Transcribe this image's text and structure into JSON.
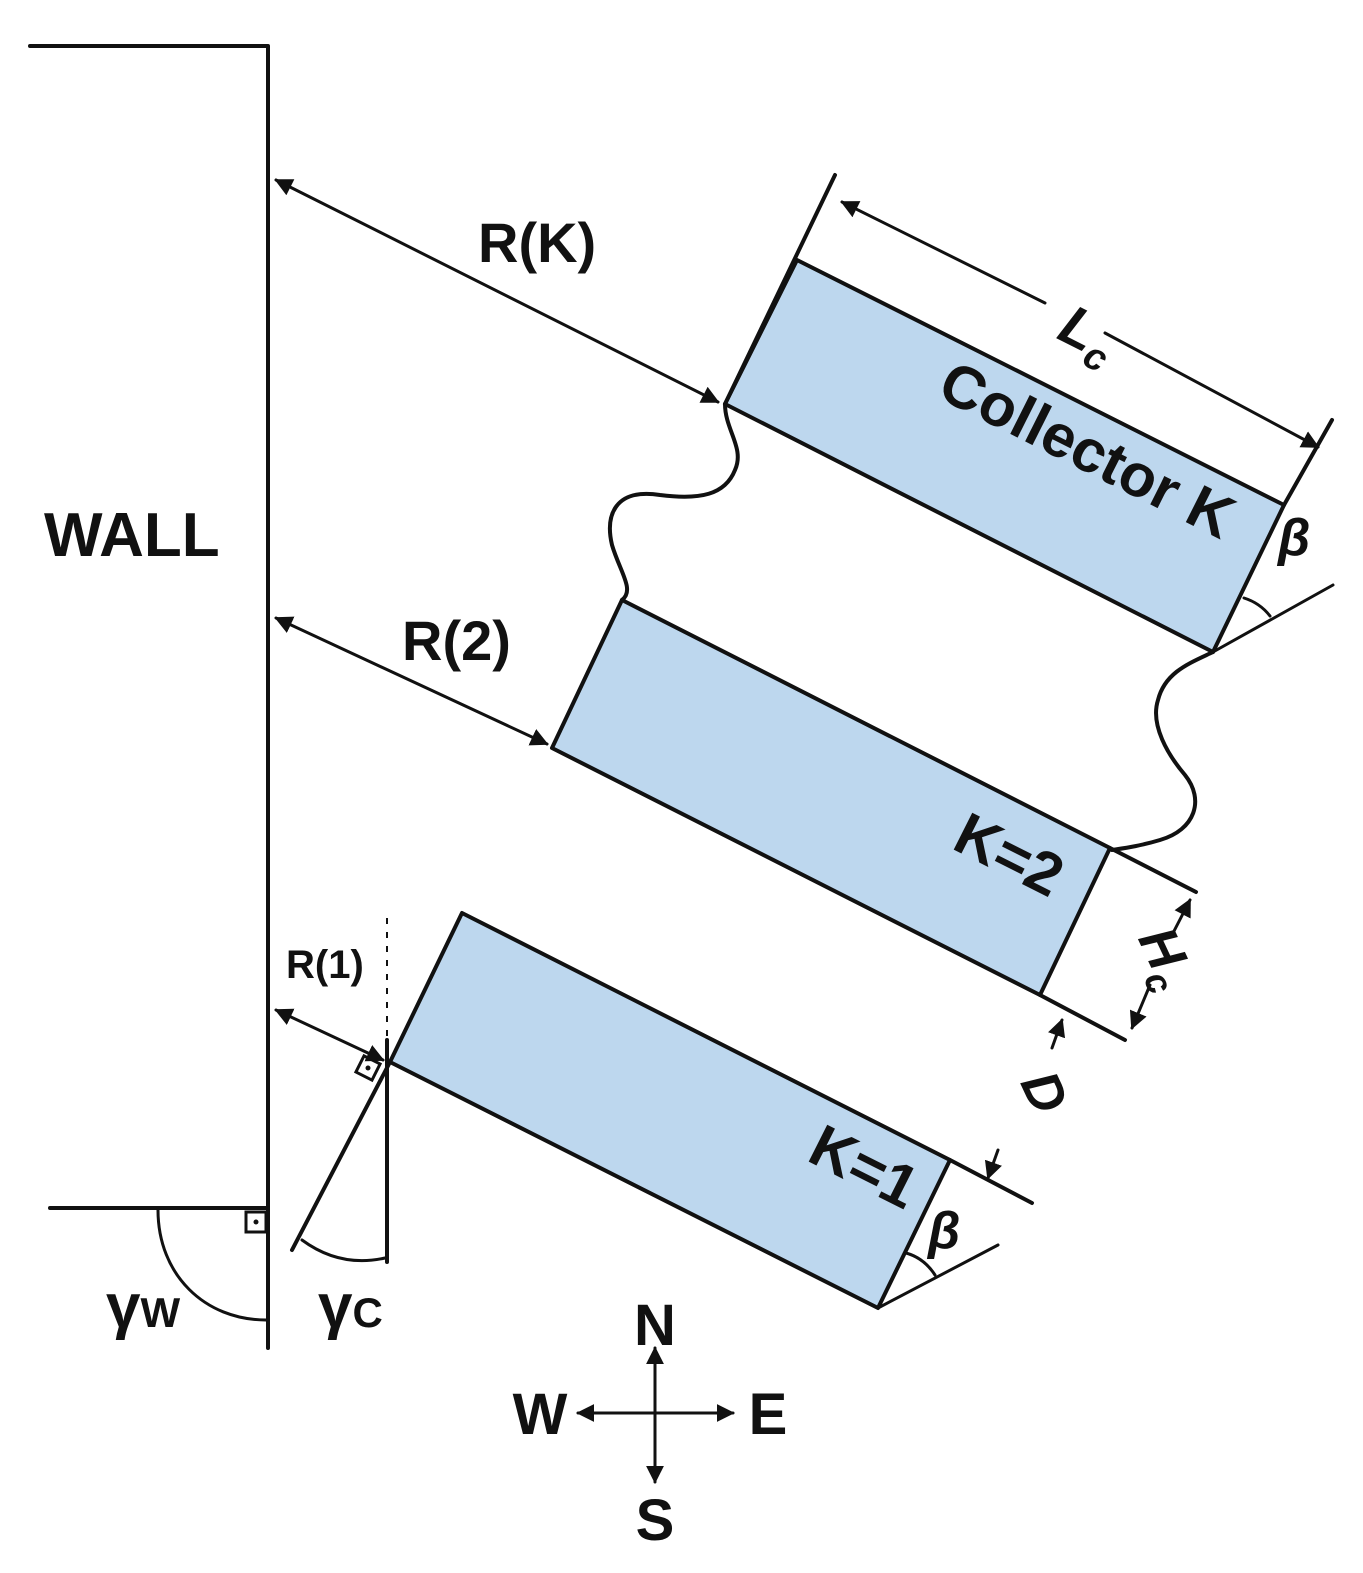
{
  "labels": {
    "wall": "WALL",
    "rk": "R(K)",
    "r2": "R(2)",
    "r1": "R(1)",
    "lc_main": "L",
    "lc_sub": "c",
    "hc_main": "H",
    "hc_sub": "c",
    "d": "D",
    "collector_k": "Collector K",
    "k2": "K=2",
    "k1": "K=1",
    "beta": "β",
    "gamma_w_main": "γ",
    "gamma_w_sub": "W",
    "gamma_c_main": "γ",
    "gamma_c_sub": "C"
  },
  "compass": {
    "n": "N",
    "s": "S",
    "e": "E",
    "w": "W"
  },
  "colors": {
    "collector_fill": "#bdd7ee",
    "line": "#111111"
  }
}
